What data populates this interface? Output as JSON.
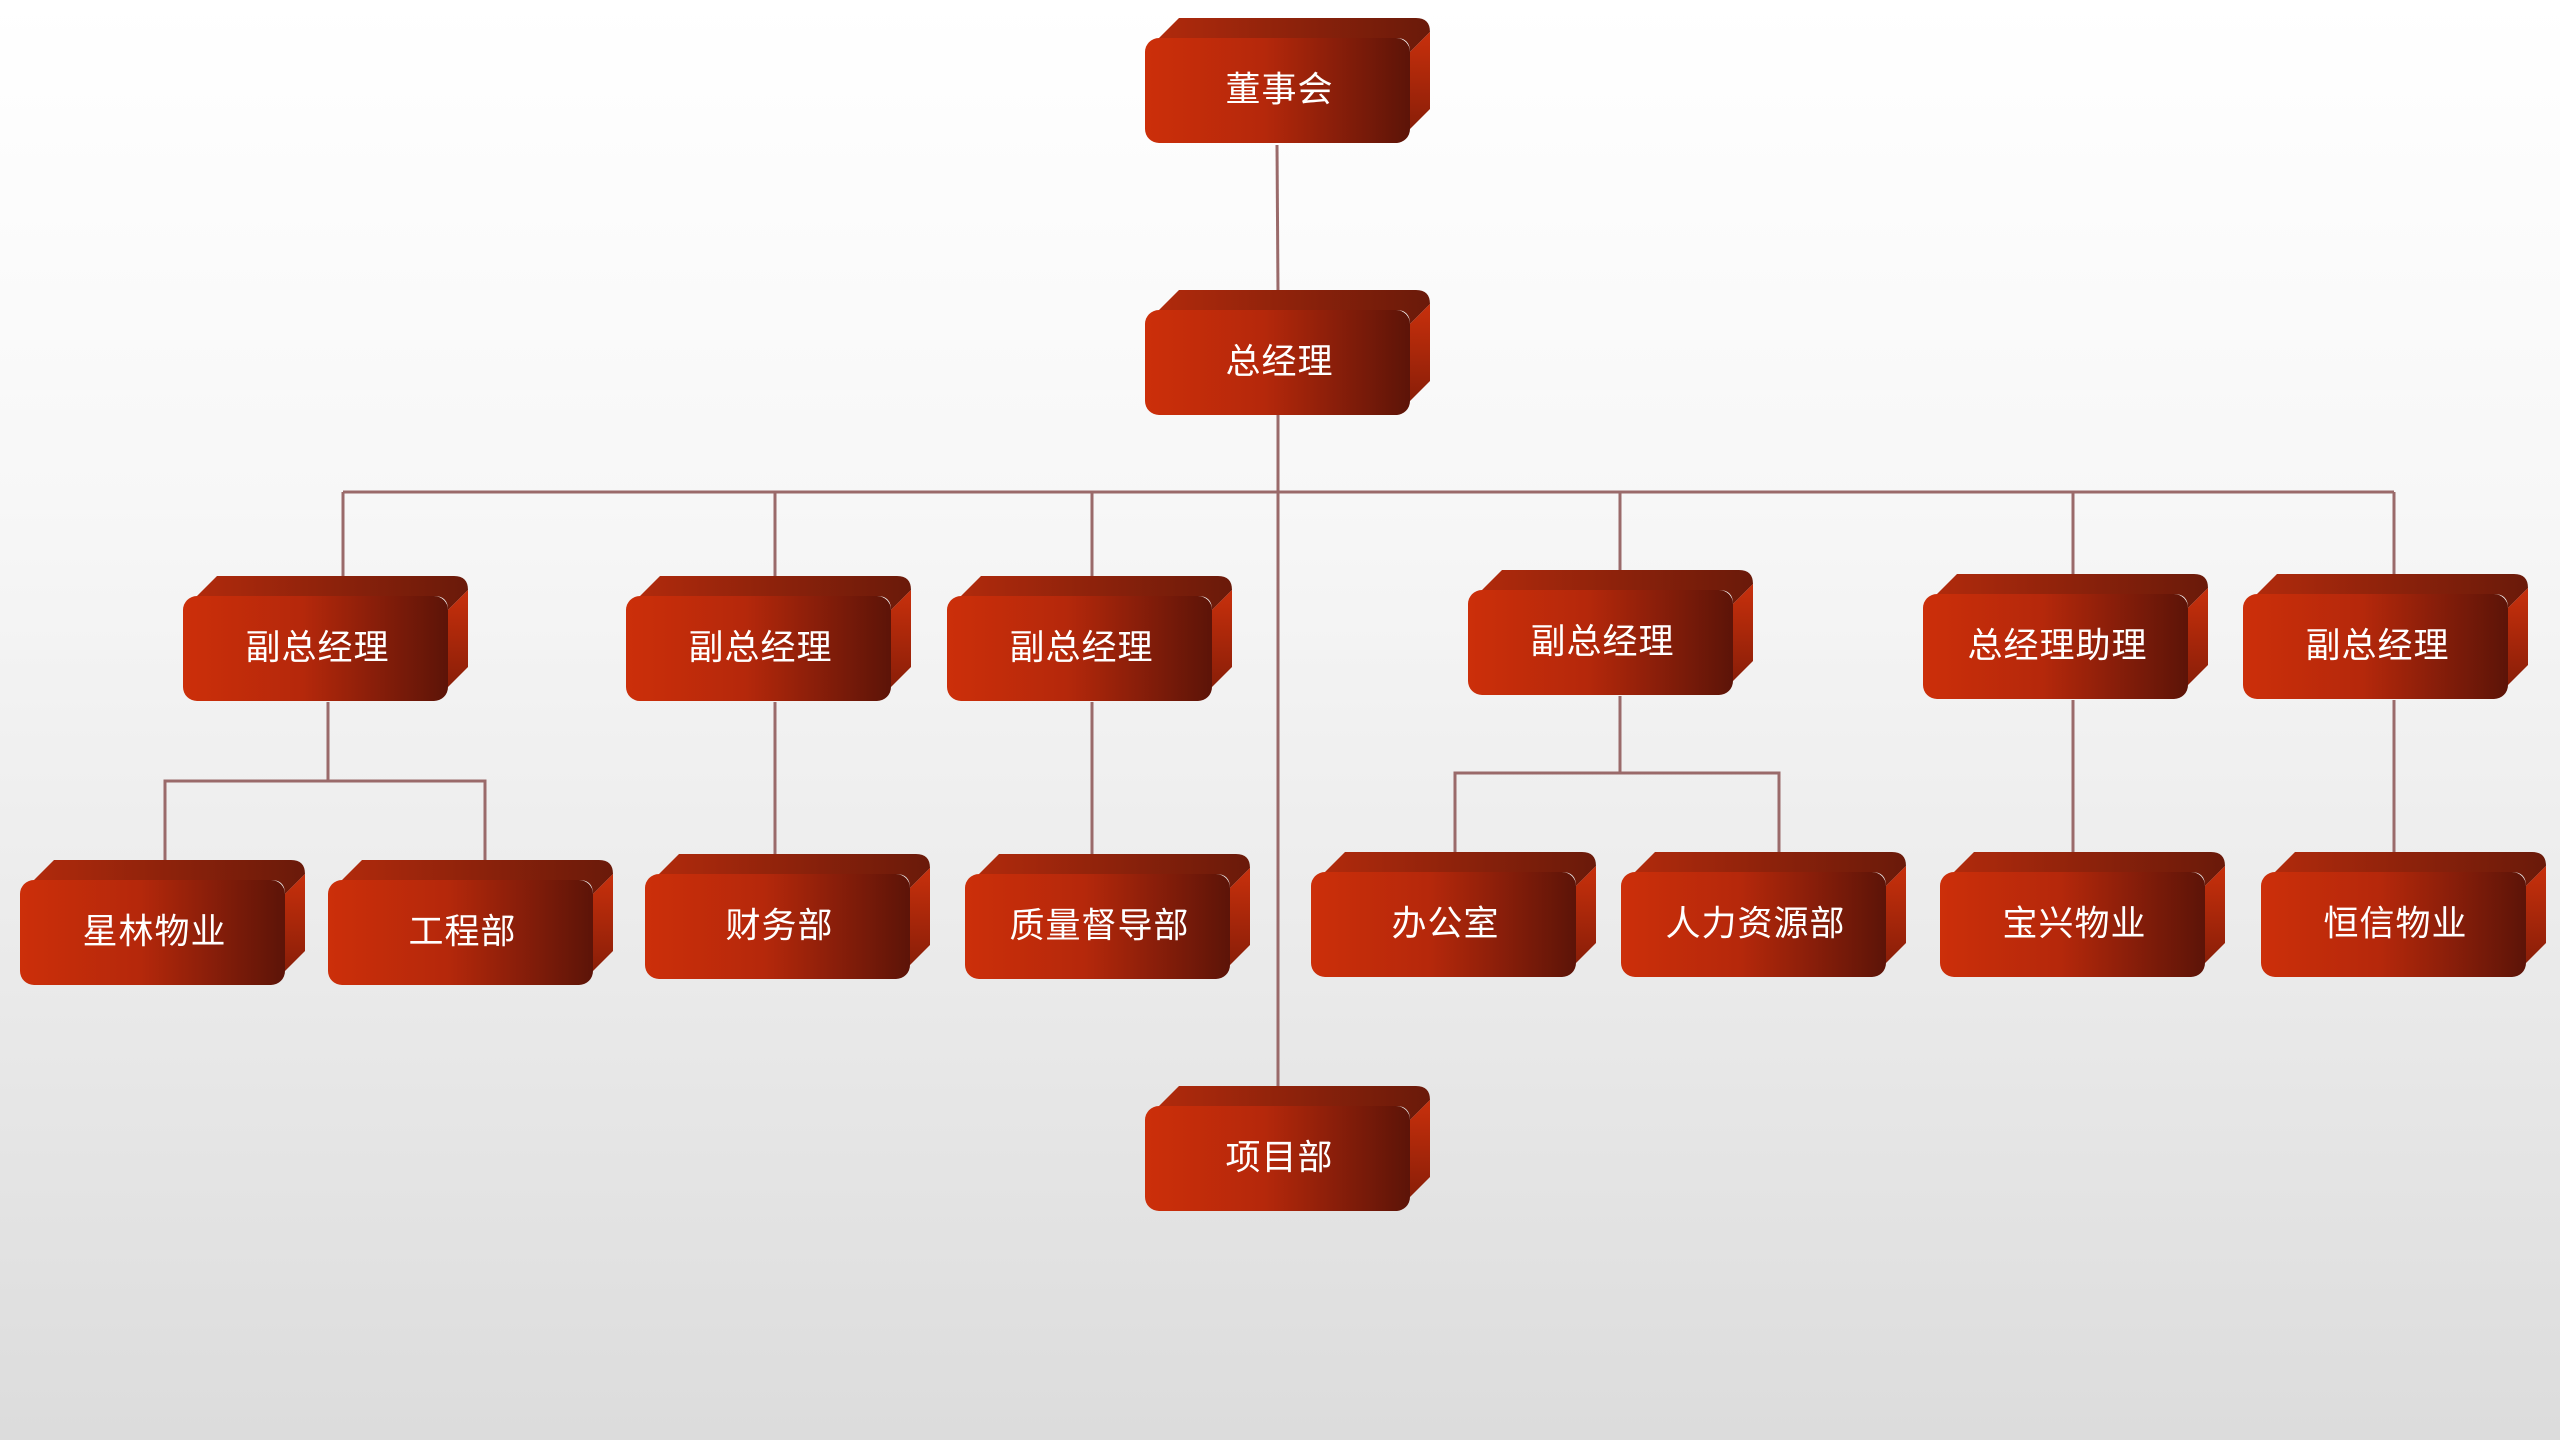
{
  "nodes": [
    {
      "id": "board",
      "label": "董事会"
    },
    {
      "id": "gm",
      "label": "总经理"
    },
    {
      "id": "vp1",
      "label": "副总经理"
    },
    {
      "id": "vp2",
      "label": "副总经理"
    },
    {
      "id": "vp3",
      "label": "副总经理"
    },
    {
      "id": "vp4",
      "label": "副总经理"
    },
    {
      "id": "gm-assistant",
      "label": "总经理助理"
    },
    {
      "id": "vp5",
      "label": "副总经理"
    },
    {
      "id": "xinglin",
      "label": "星林物业"
    },
    {
      "id": "engineering",
      "label": "工程部"
    },
    {
      "id": "finance",
      "label": "财务部"
    },
    {
      "id": "qa",
      "label": "质量督导部"
    },
    {
      "id": "office",
      "label": "办公室"
    },
    {
      "id": "hr",
      "label": "人力资源部"
    },
    {
      "id": "baoxing",
      "label": "宝兴物业"
    },
    {
      "id": "hengxin",
      "label": "恒信物业"
    },
    {
      "id": "projects",
      "label": "项目部"
    }
  ],
  "edges": [
    [
      "board",
      "gm"
    ],
    [
      "gm",
      "vp1"
    ],
    [
      "gm",
      "vp2"
    ],
    [
      "gm",
      "vp3"
    ],
    [
      "gm",
      "vp4"
    ],
    [
      "gm",
      "gm-assistant"
    ],
    [
      "gm",
      "vp5"
    ],
    [
      "gm",
      "projects"
    ],
    [
      "vp1",
      "xinglin"
    ],
    [
      "vp1",
      "engineering"
    ],
    [
      "vp2",
      "finance"
    ],
    [
      "vp3",
      "qa"
    ],
    [
      "vp4",
      "office"
    ],
    [
      "vp4",
      "hr"
    ],
    [
      "gm-assistant",
      "baoxing"
    ],
    [
      "vp5",
      "hengxin"
    ]
  ],
  "colors": {
    "box_light": "#cc2f0a",
    "box_mid": "#a8240c",
    "box_dark": "#5c1408",
    "connector": "#9a6a6a",
    "text": "#ffffff"
  }
}
